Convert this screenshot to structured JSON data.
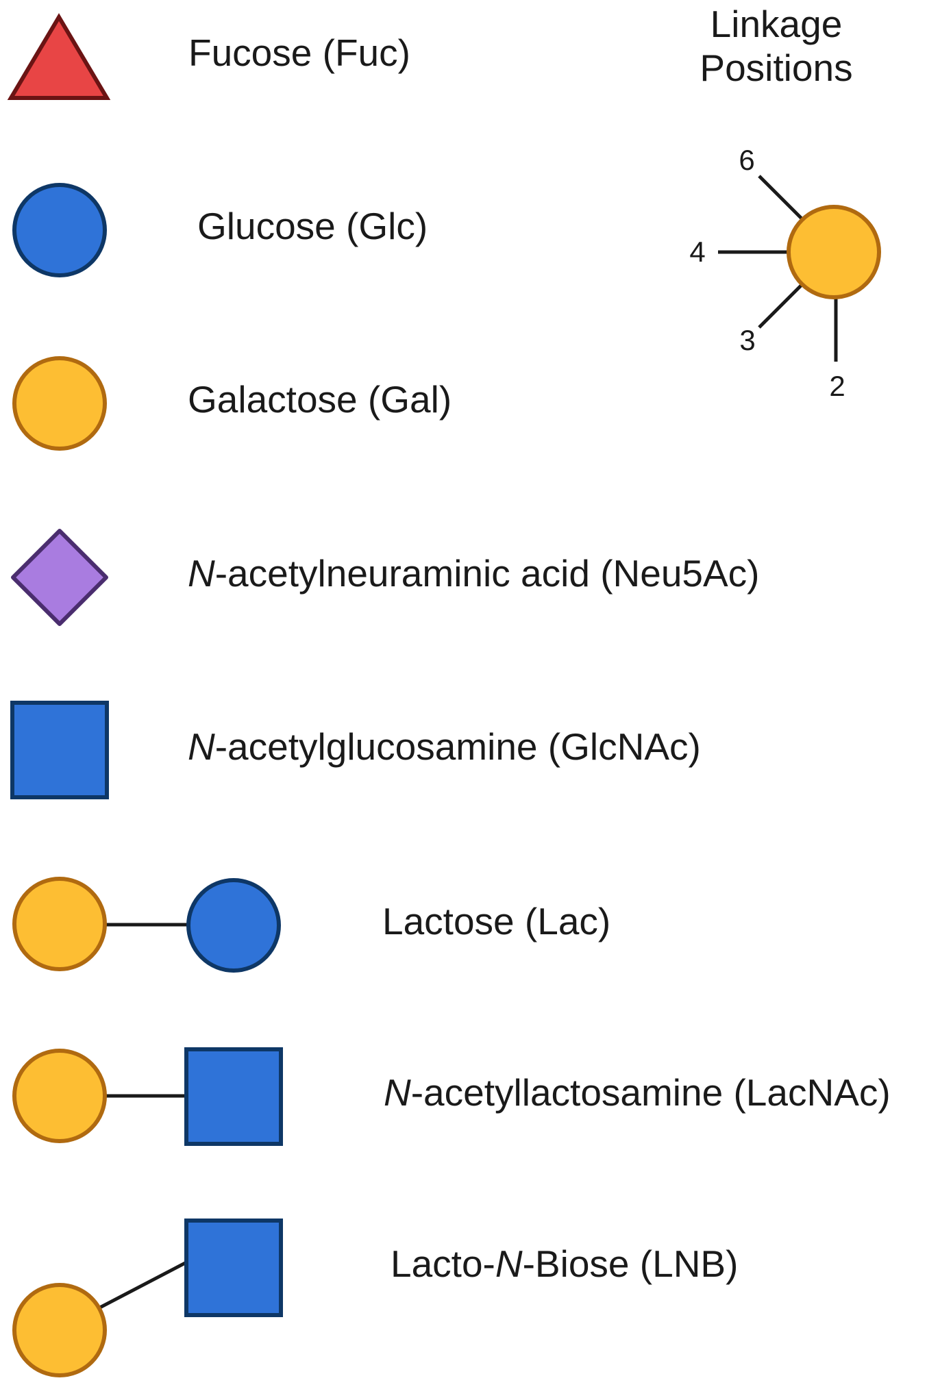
{
  "colors": {
    "fucose_fill": "#E84545",
    "fucose_stroke": "#6B1414",
    "glucose_fill": "#2F73D8",
    "glucose_stroke": "#0E3766",
    "galactose_fill": "#FDBE33",
    "galactose_stroke": "#B06A10",
    "neu5ac_fill": "#A97CE0",
    "neu5ac_stroke": "#4A2D6E",
    "glcnac_fill": "#2F73D8",
    "glcnac_stroke": "#0E3766",
    "bond": "#1a1a1a"
  },
  "legend": {
    "fucose": {
      "label": "Fucose (Fuc)"
    },
    "glucose": {
      "label": "Glucose (Glc)"
    },
    "galactose": {
      "label": "Galactose (Gal)"
    },
    "neu5ac": {
      "prefix": "N",
      "label": "-acetylneuraminic acid (Neu5Ac)"
    },
    "glcnac": {
      "prefix": "N",
      "label": "-acetylglucosamine (GlcNAc)"
    },
    "lactose": {
      "label": "Lactose (Lac)"
    },
    "lacnac": {
      "prefix": "N",
      "label": "-acetyllactosamine (LacNAc)"
    },
    "lnb": {
      "part1": "Lacto-",
      "italic": "N",
      "part2": "-Biose (LNB)"
    }
  },
  "linkage": {
    "title_line1": "Linkage",
    "title_line2": "Positions",
    "positions": [
      "6",
      "4",
      "3",
      "2"
    ]
  }
}
